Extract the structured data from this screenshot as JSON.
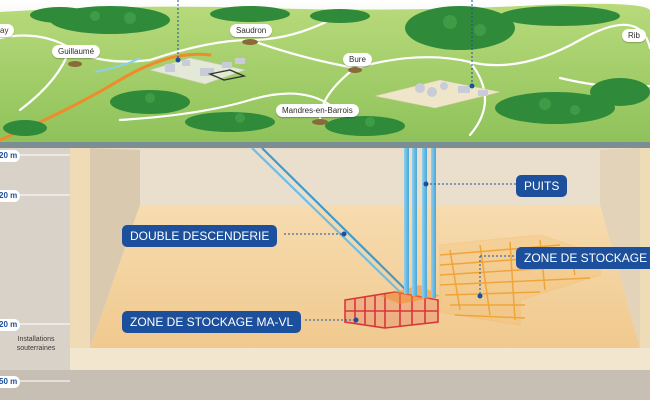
{
  "villages": {
    "ay": "ay",
    "guillaume": "Guillaumé",
    "saudron": "Saudron",
    "bure": "Bure",
    "mandres": "Mandres-en-Barrois",
    "rib": "Rib"
  },
  "callouts": {
    "puits": "PUITS",
    "double_descenderie": "DOUBLE DESCENDERIE",
    "zone_stockage_hal": "ZONE DE STOCKAGE",
    "zone_stockage_mavl": "ZONE DE STOCKAGE MA-VL"
  },
  "depth_scale": {
    "tags": [
      "20 m",
      "20 m",
      "20 m",
      "50 m"
    ],
    "installations_line1": "Installations",
    "installations_line2": "souterraines"
  },
  "colors": {
    "callout_bg": "#1c4f9c",
    "meadow": "#a6cf6a",
    "forest": "#2f8a3a",
    "rock": "#efdcb7",
    "mavl_zone": "#d8373a",
    "hal_zone": "#f0a53a",
    "shafts": "#7cc5e8"
  }
}
